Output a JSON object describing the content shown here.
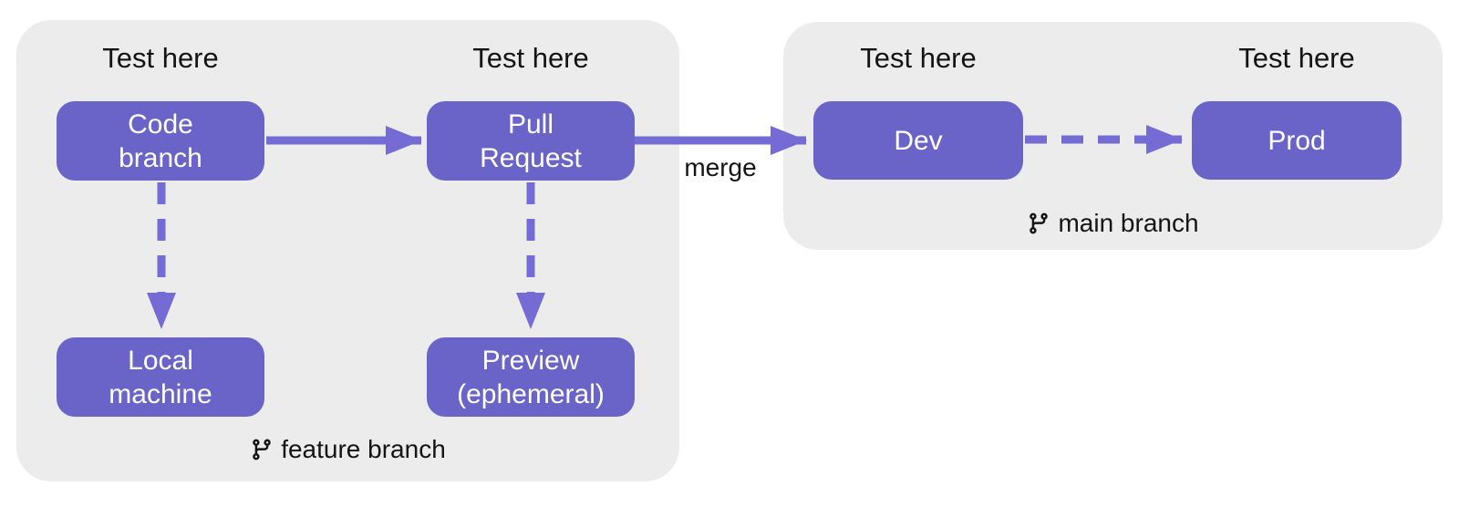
{
  "colors": {
    "node_fill": "#6a63c8",
    "edge": "#746cd4",
    "group_bg": "#ececec",
    "text": "#141414",
    "node_text": "#ffffff",
    "canvas_bg": "#ffffff"
  },
  "test_labels": {
    "code_branch": "Test here",
    "pull_request": "Test here",
    "dev": "Test here",
    "prod": "Test here"
  },
  "nodes": {
    "code_branch": {
      "lines": [
        "Code",
        "branch"
      ]
    },
    "pull_request": {
      "lines": [
        "Pull",
        "Request"
      ]
    },
    "dev": {
      "lines": [
        "Dev"
      ]
    },
    "prod": {
      "lines": [
        "Prod"
      ]
    },
    "local_machine": {
      "lines": [
        "Local",
        "machine"
      ]
    },
    "preview": {
      "lines": [
        "Preview",
        "(ephemeral)"
      ]
    }
  },
  "edges": {
    "merge_label": "merge"
  },
  "groups": {
    "feature": {
      "label": "feature branch",
      "icon": "git-branch-icon"
    },
    "main": {
      "label": "main branch",
      "icon": "git-branch-icon"
    }
  }
}
